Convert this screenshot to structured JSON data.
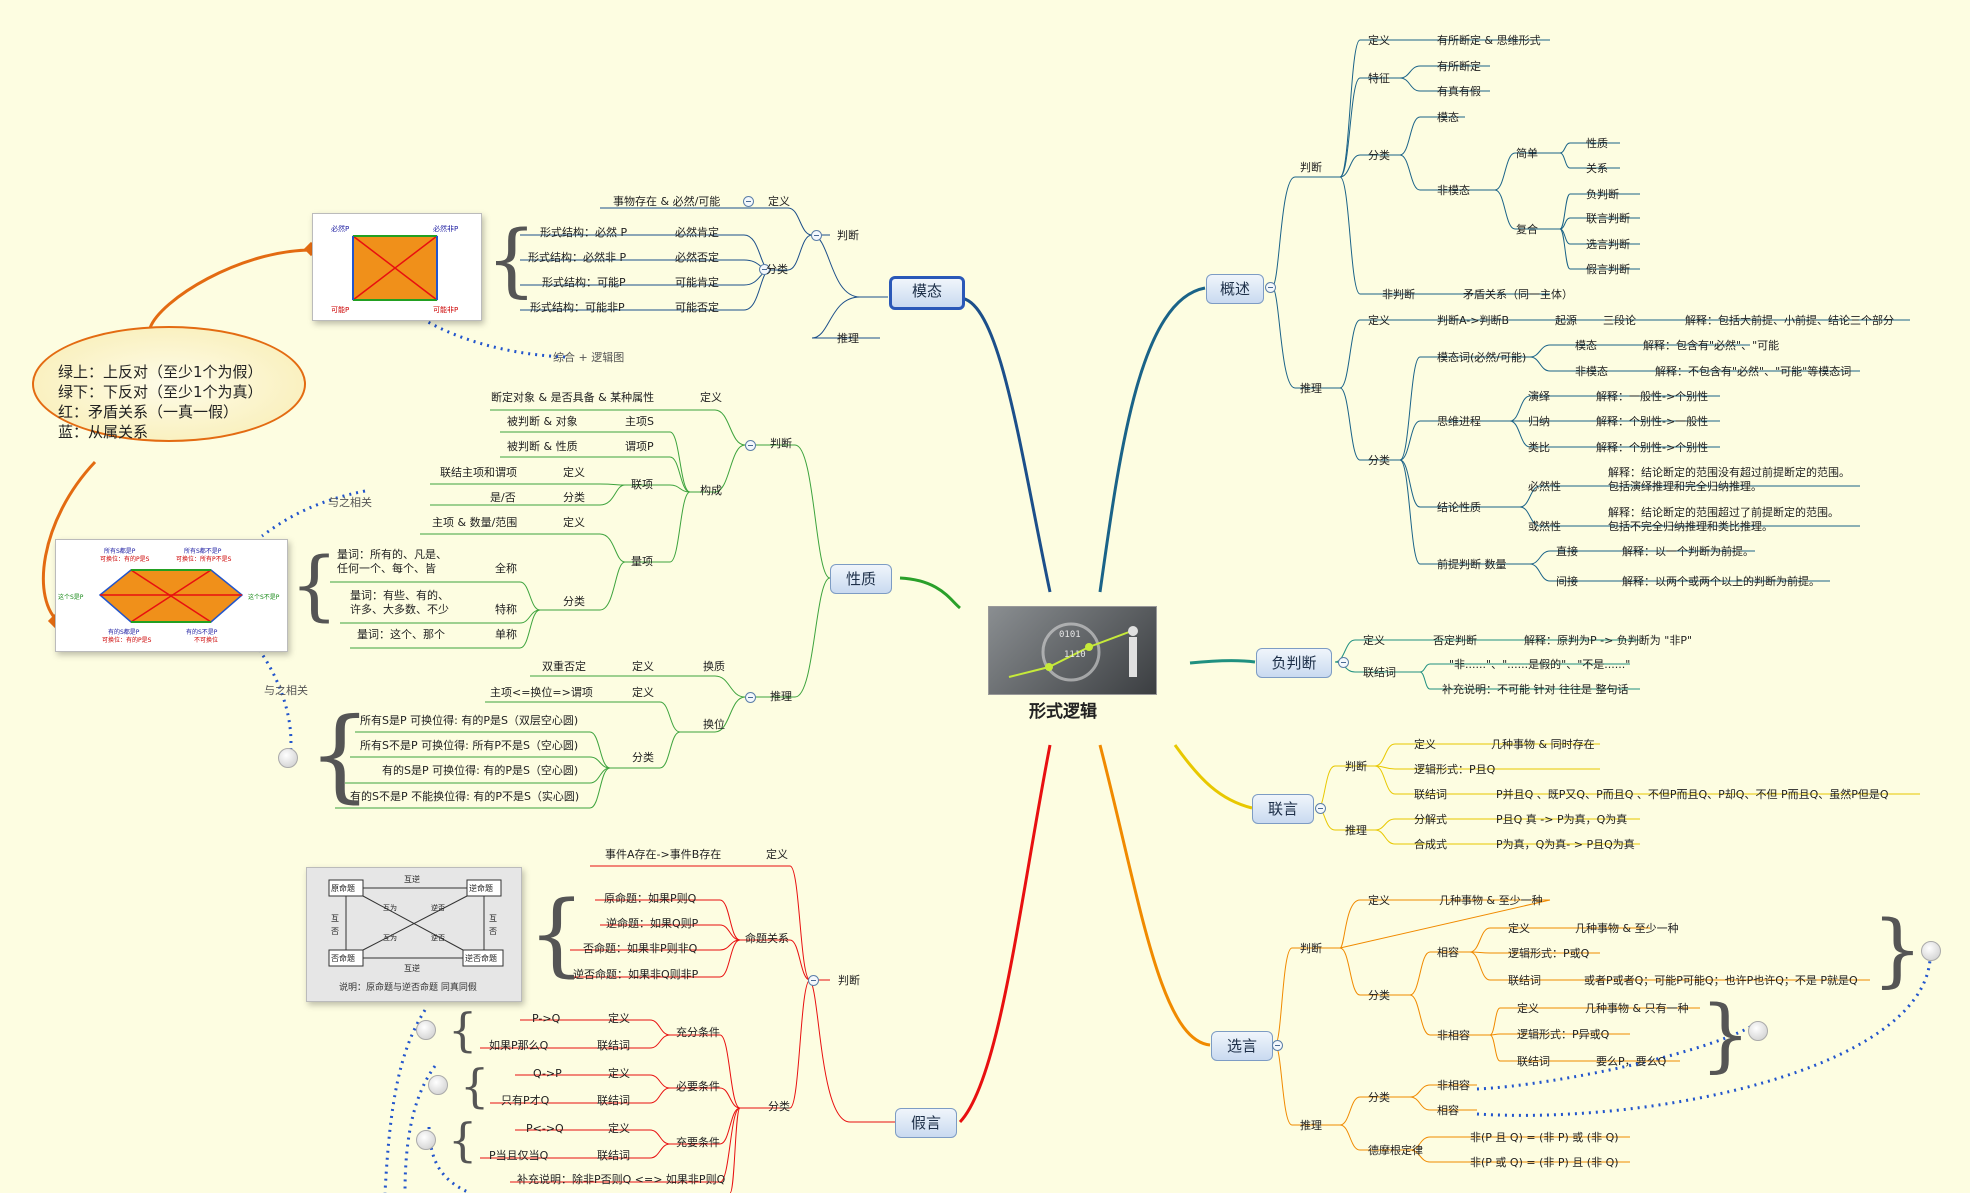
{
  "central": {
    "label": "形式逻辑"
  },
  "note": {
    "lines": [
      "绿上：上反对（至少1个为假）",
      "绿下：下反对（至少1个为真）",
      "红：矛盾关系（一真一假）",
      "蓝：从属关系"
    ]
  },
  "links": {
    "modal": "综合 + 逻辑图",
    "rel1": "与之相关",
    "rel2": "与之相关"
  },
  "images": {
    "square": {
      "tl": "必然P",
      "tr": "必然非P",
      "bl": "可能P",
      "br": "可能非P"
    },
    "hexagon": {
      "t1": "所有S都是P",
      "t1b": "可换位：有的P是S",
      "t2": "所有S都不是P",
      "t2b": "可换位：所有P不是S",
      "l": "这个S是P",
      "r": "这个S不是P",
      "b1": "有的S都是P",
      "b1b": "可换位：有的P是S",
      "b2": "有的S不是P",
      "b2b": "不可换位"
    },
    "conv": {
      "tl": "原命题",
      "tr": "逆命题",
      "bl": "否命题",
      "br": "逆否命题",
      "top": "互逆",
      "bottom": "互逆",
      "left": "互否",
      "right": "互否",
      "x1": "互为",
      "x2": "逆否",
      "x3": "互为",
      "x4": "逆否",
      "caption": "说明：原命题与逆否命题 同真同假"
    }
  },
  "topics": {
    "modal": "模态",
    "overview": "概述",
    "property": "性质",
    "negative": "负判断",
    "conj": "联言",
    "disj": "选言",
    "hypo": "假言"
  },
  "labels": {
    "m1": "判断",
    "m2": "推理",
    "m3": "事物存在 & 必然/可能",
    "m4": "定义",
    "m5": "分类",
    "m6": "形式结构：必然 P",
    "m7": "必然肯定",
    "m8": "形式结构：必然非 P",
    "m9": "必然否定",
    "m10": "形式结构：可能P",
    "m11": "可能肯定",
    "m12": "形式结构：可能非P",
    "m13": "可能否定",
    "p1": "判断",
    "p2": "断定对象 & 是否具备 & 某种属性",
    "p3": "定义",
    "p4": "构成",
    "p5": "被判断 & 对象",
    "p6": "主项S",
    "p7": "被判断 & 性质",
    "p8": "谓项P",
    "p9": "联项",
    "p10": "联结主项和谓项",
    "p11": "定义",
    "p12": "是/否",
    "p13": "分类",
    "p14": "量项",
    "p15": "主项 & 数量/范围",
    "p16": "定义",
    "p17": "分类",
    "p18a": "量词：所有的、凡是、",
    "p18b": "任何一个、每个、皆",
    "p19": "全称",
    "p20a": "量词：有些、有的、",
    "p20b": "许多、大多数、不少",
    "p21": "特称",
    "p22": "量词：这个、那个",
    "p23": "单称",
    "p24": "推理",
    "p25": "换质",
    "p26": "双重否定",
    "p27": "定义",
    "p28": "换位",
    "p29": "主项<=换位=>谓项",
    "p30": "定义",
    "p31": "分类",
    "p32": "所有S是P 可换位得: 有的P是S（双层空心圆)",
    "p33": "所有S不是P 可换位得: 所有P不是S（空心圆)",
    "p34": "有的S是P 可换位得: 有的P是S（空心圆)",
    "p35": "有的S不是P 不能换位得: 有的P不是S（实心圆)",
    "h1": "判断",
    "h2": "事件A存在->事件B存在",
    "h3": "定义",
    "h4": "命题关系",
    "h5": "原命题：如果P则Q",
    "h6": "逆命题：如果Q则P",
    "h7": "否命题：如果非P则非Q",
    "h8": "逆否命题：如果非Q则非P",
    "h9": "分类",
    "h10": "充分条件",
    "h11": "P->Q",
    "h12": "定义",
    "h13": "如果P那么Q",
    "h14": "联结词",
    "h15": "必要条件",
    "h16": "Q->P",
    "h17": "定义",
    "h18": "只有P才Q",
    "h19": "联结词",
    "h20": "充要条件",
    "h21": "P<->Q",
    "h22": "定义",
    "h23": "P当且仅当Q",
    "h24": "联结词",
    "h25": "补充说明：除非P否则Q <=> 如果非P则Q",
    "o1": "判断",
    "o2": "定义",
    "o3": "有所断定 & 思维形式",
    "o4": "特征",
    "o5": "有所断定",
    "o6": "有真有假",
    "o7": "分类",
    "o8": "模态",
    "o9": "非模态",
    "o10": "简单",
    "o11": "性质",
    "o12": "关系",
    "o13": "复合",
    "o14": "负判断",
    "o15": "联言判断",
    "o16": "选言判断",
    "o17": "假言判断",
    "o18": "非判断",
    "o19": "矛盾关系（同一主体）",
    "o20": "推理",
    "o21": "定义",
    "o22": "判断A->判断B",
    "o23": "起源",
    "o24": "三段论",
    "o25": "解释：包括大前提、小前提、结论三个部分",
    "o26": "分类",
    "o27": "模态词(必然/可能)",
    "o28": "模态",
    "o29": "解释：包含有\"必然\"、\"可能",
    "o30": "非模态",
    "o31": "解释：不包含有\"必然\"、\"可能\"等模态词",
    "o32": "思维进程",
    "o33": "演绎",
    "o34": "解释：一般性->个别性",
    "o35": "归纳",
    "o36": "解释：个别性->一般性",
    "o37": "类比",
    "o38": "解释：个别性->个别性",
    "o39": "结论性质",
    "o40": "必然性",
    "o41a": "解释：结论断定的范围没有超过前提断定的范围。",
    "o41b": "包括演绎推理和完全归纳推理。",
    "o42": "或然性",
    "o43a": "解释：结论断定的范围超过了前提断定的范围。",
    "o43b": "包括不完全归纳推理和类比推理。",
    "o44": "前提判断 数量",
    "o45": "直接",
    "o46": "解释：以一个判断为前提。",
    "o47": "间接",
    "o48": "解释：以两个或两个以上的判断为前提。",
    "n1": "定义",
    "n2": "否定判断",
    "n3": "解释：原判为P -> 负判断为 \"非P\"",
    "n4": "联结词",
    "n5": "\"非......\"、\"......是假的\"、\"不是......\"",
    "n6": "补充说明：不可能 针对 往往是 整句话",
    "c1": "判断",
    "c2": "定义",
    "c3": "几种事物 & 同时存在",
    "c4": "逻辑形式：P且Q",
    "c5": "联结词",
    "c6": "P并且Q 、既P又Q、P而且Q 、不但P而且Q、P却Q、不但 P而且Q、虽然P但是Q",
    "c7": "推理",
    "c8": "分解式",
    "c9": "P且Q 真 -> P为真，Q为真",
    "c10": "合成式",
    "c11": "P为真，Q为真- > P且Q为真",
    "d1": "判断",
    "d2": "定义",
    "d3": "几种事物 & 至少一种",
    "d4": "分类",
    "d5": "相容",
    "d6": "定义",
    "d7": "几种事物 & 至少一种",
    "d8": "逻辑形式：P或Q",
    "d9": "联结词",
    "d10": "或者P或者Q；可能P可能Q；也许P也许Q；不是 P就是Q",
    "d11": "非相容",
    "d12": "定义",
    "d13": "几种事物 & 只有一种",
    "d14": "逻辑形式：P异或Q",
    "d15": "联结词",
    "d16": "要么P，要么Q",
    "d17": "推理",
    "d18": "分类",
    "d19": "非相容",
    "d20": "相容",
    "d21": "德摩根定律",
    "d22": "非(P 且 Q) = (非 P) 或 (非 Q)",
    "d23": "非(P 或 Q) = (非 P) 且 (非 Q)"
  },
  "colors": {
    "modal": "#1c4f8a",
    "overview": "#1a6388",
    "property": "#2aa02a",
    "negative": "#1f9080",
    "conj": "#e8c800",
    "disj": "#f08a00",
    "hypo": "#e81010",
    "underline": "#3da33d"
  }
}
